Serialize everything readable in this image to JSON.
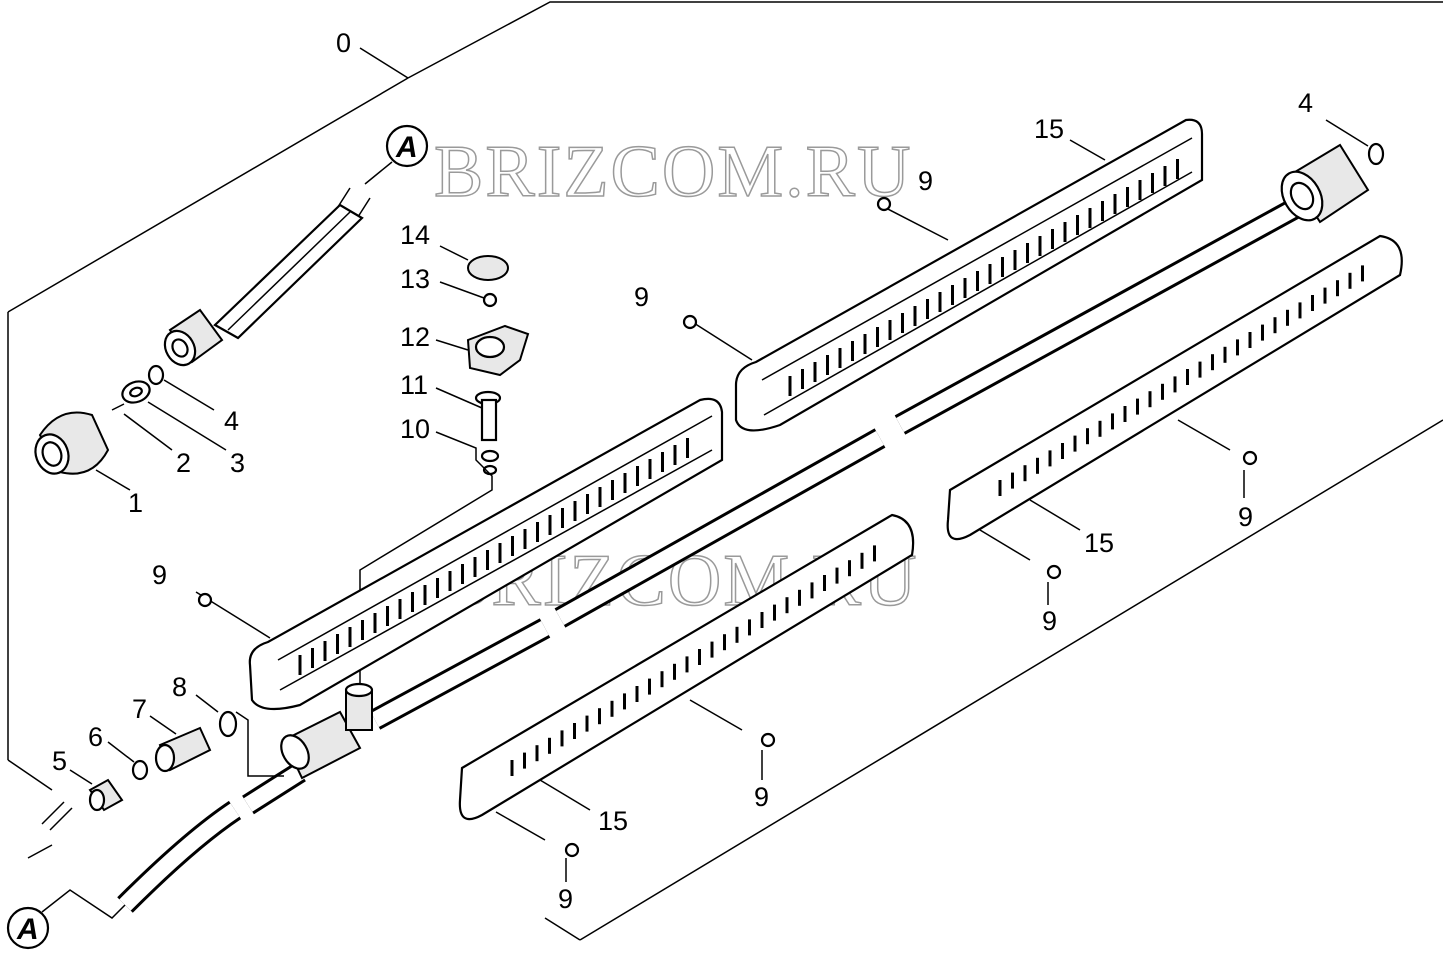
{
  "watermark": "BRIZCOM.RU",
  "assembly_label": "0",
  "connector_letter": "A",
  "callouts": [
    {
      "id": "c0",
      "text": "0"
    },
    {
      "id": "c1",
      "text": "1"
    },
    {
      "id": "c2",
      "text": "2"
    },
    {
      "id": "c3",
      "text": "3"
    },
    {
      "id": "c4a",
      "text": "4"
    },
    {
      "id": "c4b",
      "text": "4"
    },
    {
      "id": "c5",
      "text": "5"
    },
    {
      "id": "c6",
      "text": "6"
    },
    {
      "id": "c7",
      "text": "7"
    },
    {
      "id": "c8",
      "text": "8"
    },
    {
      "id": "c9a",
      "text": "9"
    },
    {
      "id": "c9b",
      "text": "9"
    },
    {
      "id": "c9c",
      "text": "9"
    },
    {
      "id": "c9d",
      "text": "9"
    },
    {
      "id": "c9e",
      "text": "9"
    },
    {
      "id": "c9f",
      "text": "9"
    },
    {
      "id": "c9g",
      "text": "9"
    },
    {
      "id": "c10",
      "text": "10"
    },
    {
      "id": "c11",
      "text": "11"
    },
    {
      "id": "c12",
      "text": "12"
    },
    {
      "id": "c13",
      "text": "13"
    },
    {
      "id": "c14",
      "text": "14"
    },
    {
      "id": "c15a",
      "text": "15"
    },
    {
      "id": "c15b",
      "text": "15"
    },
    {
      "id": "c15c",
      "text": "15"
    }
  ]
}
